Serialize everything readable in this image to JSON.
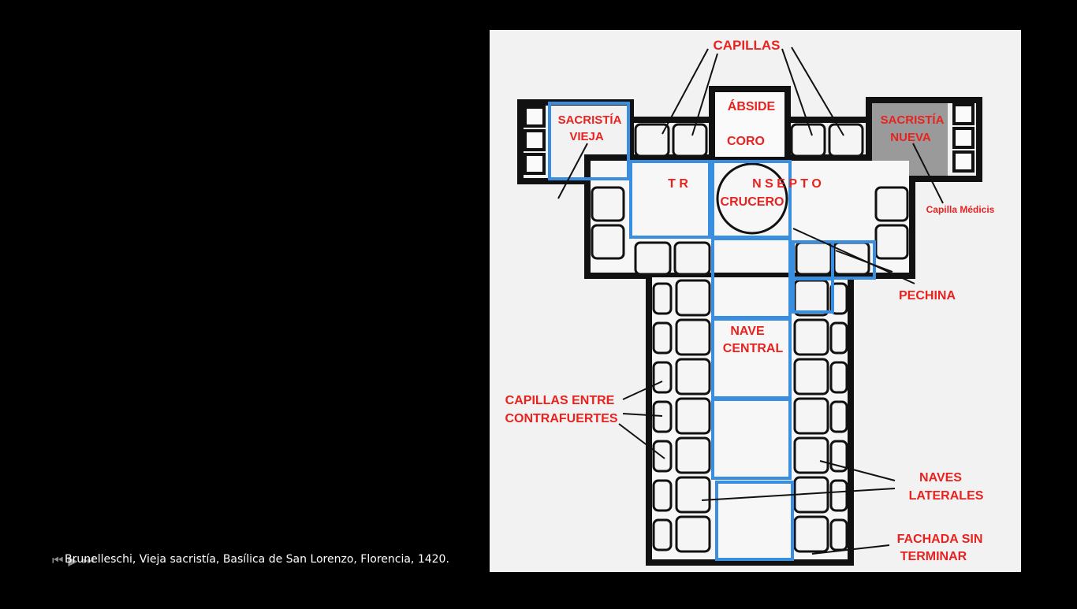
{
  "caption": "Brunelleschi, Vieja sacristía, Basílica de San Lorenzo, Florencia, 1420.",
  "colors": {
    "background": "#000000",
    "panel": "#f2f2f2",
    "wall": "#111111",
    "highlight": "#3a8ee0",
    "label": "#e8231f",
    "sacristy_fill": "#9a9a9a"
  },
  "player_controls": {
    "prev_icon": "rewind-icon",
    "play_icon": "play-icon",
    "next_icon": "forward-icon"
  },
  "labels": {
    "capillas": "CAPILLAS",
    "abside": "ÁBSIDE",
    "coro": "CORO",
    "sacristia_vieja_1": "SACRISTÍA",
    "sacristia_vieja_2": "VIEJA",
    "sacristia_nueva_1": "SACRISTÍA",
    "sacristia_nueva_2": "NUEVA",
    "capilla_medicis": "Capilla Médicis",
    "transepto_1": "T R",
    "transepto_2": "N S E P T O",
    "crucero": "CRUCERO",
    "pechina": "PECHINA",
    "nave_central_1": "NAVE",
    "nave_central_2": "CENTRAL",
    "capillas_entre_1": "CAPILLAS ENTRE",
    "capillas_entre_2": "CONTRAFUERTES",
    "naves_laterales_1": "NAVES",
    "naves_laterales_2": "LATERALES",
    "fachada_1": "FACHADA SIN",
    "fachada_2": "TERMINAR"
  }
}
